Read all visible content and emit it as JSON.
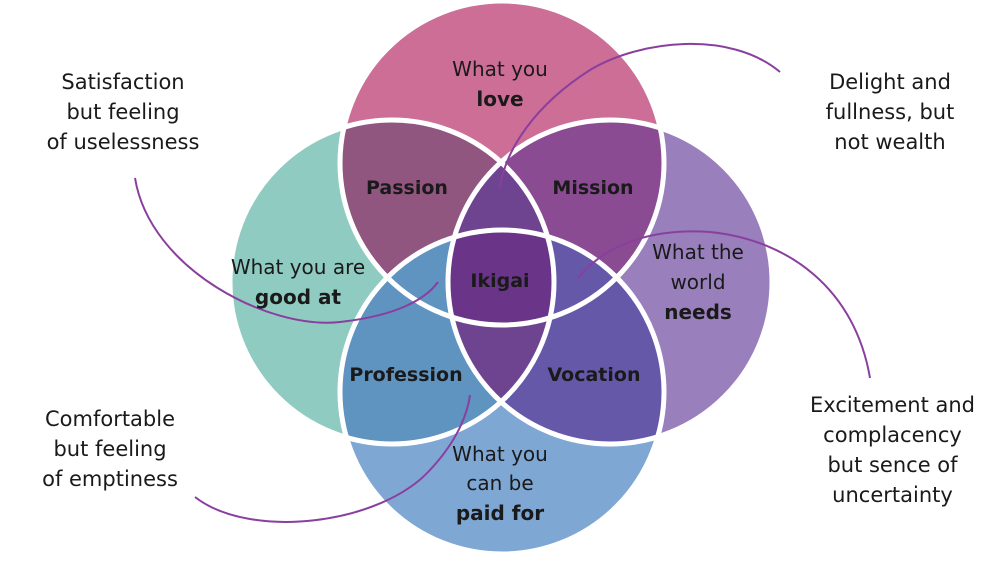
{
  "circles": {
    "love": {
      "line1": "What you",
      "line2_bold": "love",
      "color": "#cd6e97"
    },
    "good": {
      "line1": "What you are",
      "line2_bold": "good at",
      "color": "#8fcbc1"
    },
    "world": {
      "line1": "What the",
      "line2": "world",
      "line3_bold": "needs",
      "color": "#9a7fbd"
    },
    "paid": {
      "line1": "What you",
      "line2": "can be",
      "line3_bold": "paid for",
      "color": "#7fa7d3"
    }
  },
  "regions": {
    "passion": "Passion",
    "mission": "Mission",
    "profession": "Profession",
    "vocation": "Vocation",
    "ikigai": "Ikigai"
  },
  "notes": {
    "top_left": [
      "Satisfaction",
      "but feeling",
      "of uselessness"
    ],
    "top_right": [
      "Delight and",
      "fullness, but",
      "not wealth"
    ],
    "bottom_left": [
      "Comfortable",
      "but feeling",
      "of emptiness"
    ],
    "bottom_right": [
      "Excitement and",
      "complacency",
      "but sence of",
      "uncertainty"
    ]
  },
  "colors": {
    "passion": "#915680",
    "mission": "#8a4b93",
    "profession": "#5f93c0",
    "vocation": "#6558a8",
    "triple": "#6e4390",
    "ikigai": "#6a3589",
    "connector": "#8a3f9e",
    "outline": "#ffffff"
  }
}
